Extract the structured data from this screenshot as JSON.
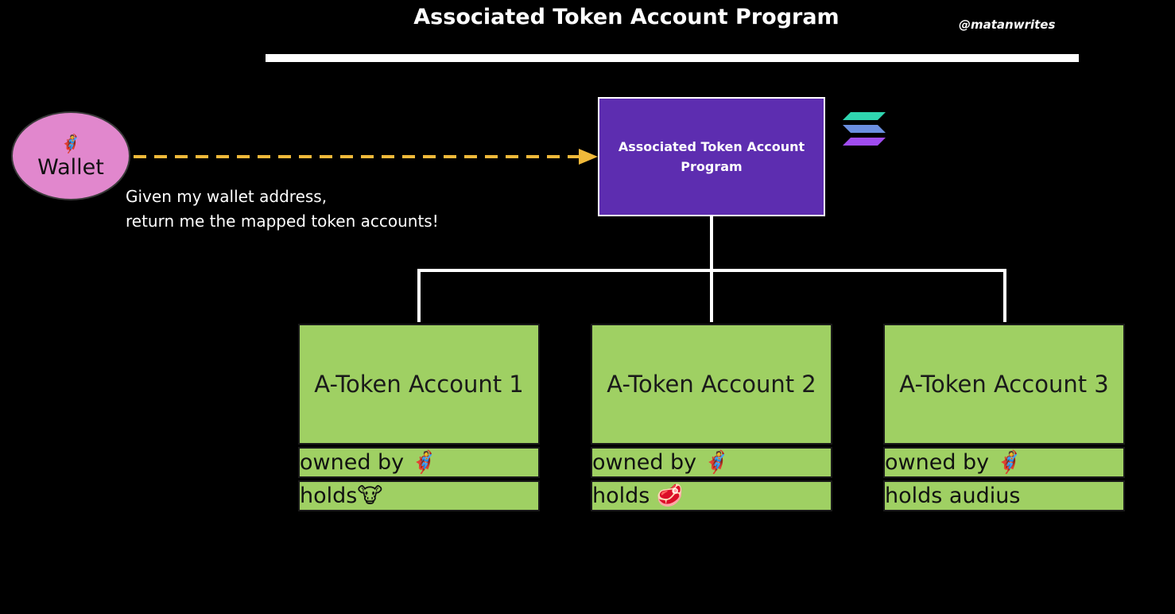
{
  "header": {
    "title": "Associated Token Account Program",
    "author": "@matanwrites"
  },
  "wallet": {
    "icon": "🦸",
    "label": "Wallet"
  },
  "caption": {
    "line1": "Given my wallet address,",
    "line2": "return me the mapped token accounts!"
  },
  "program": {
    "label": "Associated Token Account Program",
    "logo": "solana-logo"
  },
  "accounts": [
    {
      "title": "A-Token Account 1",
      "owned_by": "owned by 🦸",
      "holds": "holds🐮"
    },
    {
      "title": "A-Token Account 2",
      "owned_by": "owned by 🦸",
      "holds": "holds 🥩"
    },
    {
      "title": "A-Token Account 3",
      "owned_by": "owned by 🦸",
      "holds": "holds audius"
    }
  ],
  "colors": {
    "background": "#000000",
    "wallet": "#e187cd",
    "program": "#5d2db0",
    "account": "#9fd063",
    "arrow": "#f0b93a",
    "connector": "#ffffff"
  }
}
